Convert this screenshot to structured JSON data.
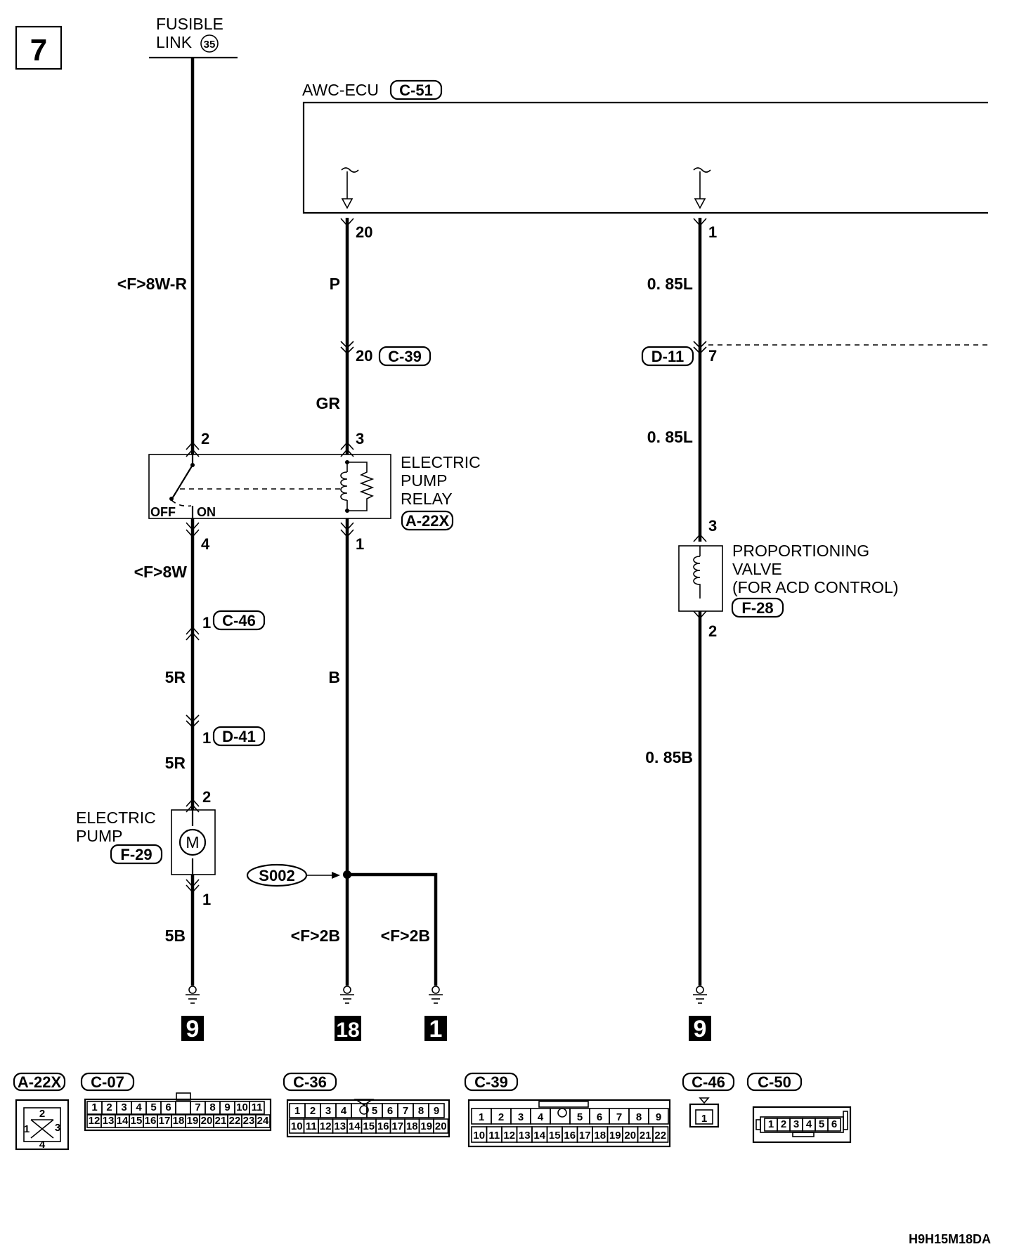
{
  "page_number": "7",
  "fusible_link": {
    "line1": "FUSIBLE",
    "line2": "LINK",
    "number": "35"
  },
  "ecu": {
    "name": "AWC-ECU",
    "connector": "C-51"
  },
  "pins": {
    "ecu_20": "20",
    "ecu_1": "1",
    "c39_20": "20",
    "d11_7": "7",
    "relay_2": "2",
    "relay_3": "3",
    "relay_4": "4",
    "relay_1": "1",
    "c46_1": "1",
    "d41_1": "1",
    "pump_2": "2",
    "pump_1": "1",
    "valve_3": "3",
    "valve_2": "2"
  },
  "wires": {
    "w_8wr": "<F>8W-R",
    "w_p": "P",
    "w_085l_top": "0. 85L",
    "w_gr": "GR",
    "w_085l_mid": "0. 85L",
    "w_8w": "<F>8W",
    "w_5r_a": "5R",
    "w_b": "B",
    "w_5r_b": "5R",
    "w_085b": "0. 85B",
    "w_5b": "5B",
    "w_2b_a": "<F>2B",
    "w_2b_b": "<F>2B"
  },
  "connectors": {
    "c39": "C-39",
    "d11": "D-11",
    "a22x": "A-22X",
    "c46": "C-46",
    "d41": "D-41",
    "f28": "F-28",
    "f29": "F-29"
  },
  "relay": {
    "line1": "ELECTRIC",
    "line2": "PUMP",
    "line3": "RELAY",
    "off": "OFF",
    "on": "ON"
  },
  "valve": {
    "line1": "PROPORTIONING",
    "line2": "VALVE",
    "line3": "(FOR ACD CONTROL)"
  },
  "pump": {
    "line1": "ELECTRIC",
    "line2": "PUMP",
    "motor": "M"
  },
  "splice": "S002",
  "grounds": {
    "g1": "9",
    "g2": "18",
    "g3": "1",
    "g4": "9"
  },
  "legend": {
    "a22x": {
      "label": "A-22X",
      "pins": [
        "1",
        "2",
        "3",
        "4"
      ]
    },
    "c07": {
      "label": "C-07",
      "row1": [
        "1",
        "2",
        "3",
        "4",
        "5",
        "6",
        "",
        "7",
        "8",
        "9",
        "10",
        "11"
      ],
      "row2": [
        "12",
        "13",
        "14",
        "15",
        "16",
        "17",
        "18",
        "19",
        "20",
        "21",
        "22",
        "23",
        "24"
      ]
    },
    "c36": {
      "label": "C-36",
      "row1": [
        "1",
        "2",
        "3",
        "4",
        "",
        "5",
        "6",
        "7",
        "8",
        "9"
      ],
      "row2": [
        "10",
        "11",
        "12",
        "13",
        "14",
        "15",
        "16",
        "17",
        "18",
        "19",
        "20"
      ]
    },
    "c39": {
      "label": "C-39",
      "row1": [
        "1",
        "2",
        "3",
        "4",
        "",
        "5",
        "6",
        "7",
        "8",
        "9"
      ],
      "row2": [
        "10",
        "11",
        "12",
        "13",
        "14",
        "15",
        "16",
        "17",
        "18",
        "19",
        "20",
        "21",
        "22"
      ]
    },
    "c46": {
      "label": "C-46",
      "pins": [
        "1"
      ]
    },
    "c50": {
      "label": "C-50",
      "pins": [
        "1",
        "2",
        "3",
        "4",
        "5",
        "6"
      ]
    }
  },
  "diagram_code": "H9H15M18DA"
}
